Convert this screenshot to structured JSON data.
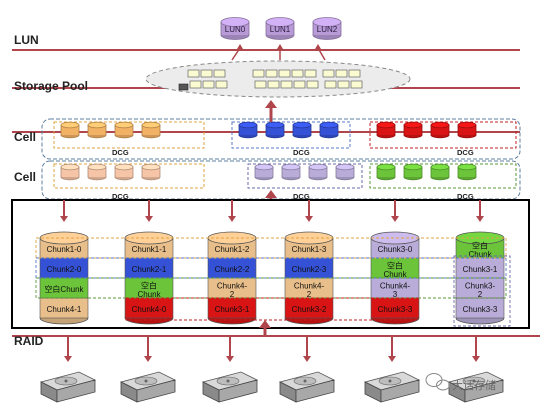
{
  "levels": {
    "lun": "LUN",
    "storage_pool": "Storage Pool",
    "cell_top": "Cell",
    "cell_bottom": "Cell",
    "dcg": "DCG",
    "raid": "RAID"
  },
  "luns": [
    "LUN0",
    "LUN1",
    "LUN2"
  ],
  "dcg_tag": "DCG",
  "chunk_columns": [
    [
      "Chunk1-0",
      "Chunk2-0",
      "空白Chunk",
      "Chunk4-1"
    ],
    [
      "Chunk1-1",
      "Chunk2-1",
      "空白\nChunk",
      "Chunk4-0"
    ],
    [
      "Chunk1-2",
      "Chunk2-2",
      "Chunk4-\n2",
      "Chunk3-1"
    ],
    [
      "Chunk1-3",
      "Chunk2-3",
      "Chunk4-\n2",
      "Chunk3-2"
    ],
    [
      "Chunk3-0",
      "空白\nChunk",
      "Chunk4-\n3",
      "Chunk3-3"
    ],
    [
      "空白\nChunk",
      "Chunk3-1",
      "Chunk3-\n2",
      "Chunk3-3"
    ]
  ],
  "watermark": "大话存储",
  "colors": {
    "red_line": "#b0464c",
    "lun_fill": "#b79ad6",
    "orange": "#f2b266",
    "peach": "#f6c4a6",
    "blue": "#3552d6",
    "lavender": "#b9acd8",
    "red": "#d81414",
    "green": "#6bc43a",
    "tan": "#e8be8a"
  }
}
